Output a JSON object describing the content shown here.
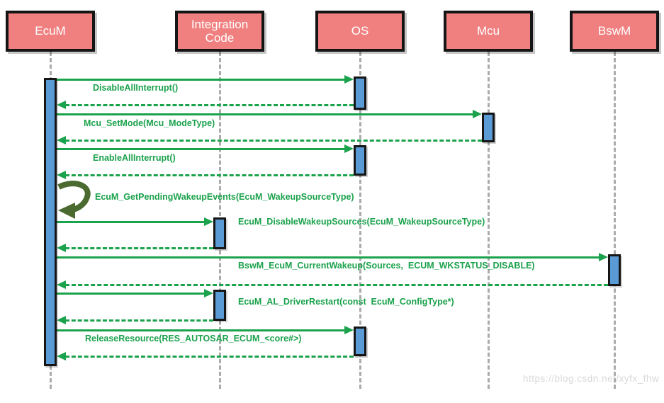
{
  "actors": [
    {
      "id": "ecum",
      "label": "EcuM"
    },
    {
      "id": "integration_code",
      "label": "Integration Code"
    },
    {
      "id": "os",
      "label": "OS"
    },
    {
      "id": "mcu",
      "label": "Mcu"
    },
    {
      "id": "bswm",
      "label": "BswM"
    }
  ],
  "messages": [
    {
      "kind": "call",
      "from": "ecum",
      "to": "os",
      "label": "DisableAllInterrupt()"
    },
    {
      "kind": "return",
      "from": "os",
      "to": "ecum",
      "label": ""
    },
    {
      "kind": "call",
      "from": "ecum",
      "to": "mcu",
      "label": "Mcu_SetMode(Mcu_ModeType)"
    },
    {
      "kind": "return",
      "from": "mcu",
      "to": "ecum",
      "label": ""
    },
    {
      "kind": "call",
      "from": "ecum",
      "to": "os",
      "label": "EnableAllInterrupt()"
    },
    {
      "kind": "return",
      "from": "os",
      "to": "ecum",
      "label": ""
    },
    {
      "kind": "self",
      "from": "ecum",
      "to": "ecum",
      "label": "EcuM_GetPendingWakeupEvents(EcuM_WakeupSourceType)"
    },
    {
      "kind": "call",
      "from": "ecum",
      "to": "integration_code",
      "label": "EcuM_DisableWakeupSources(EcuM_WakeupSourceType)"
    },
    {
      "kind": "return",
      "from": "integration_code",
      "to": "ecum",
      "label": ""
    },
    {
      "kind": "call",
      "from": "ecum",
      "to": "bswm",
      "label": "BswM_EcuM_CurrentWakeup(Sources,  ECUM_WKSTATUS_DISABLE)"
    },
    {
      "kind": "return",
      "from": "bswm",
      "to": "ecum",
      "label": ""
    },
    {
      "kind": "call",
      "from": "ecum",
      "to": "integration_code",
      "label": "EcuM_AL_DriverRestart(const  EcuM_ConfigType*)"
    },
    {
      "kind": "return",
      "from": "integration_code",
      "to": "ecum",
      "label": ""
    },
    {
      "kind": "call",
      "from": "ecum",
      "to": "os",
      "label": "ReleaseResource(RES_AUTOSAR_ECUM_<core#>)"
    },
    {
      "kind": "return",
      "from": "os",
      "to": "ecum",
      "label": ""
    }
  ],
  "watermark": "https://blog.csdn.net/xyfx_fhw",
  "colors": {
    "arrow-green": "#1BA24C",
    "loop-green": "#4A6A2F",
    "bar-blue": "#5B9BD5",
    "actor-pink": "#F08080",
    "stroke-black": "#151515",
    "lifeline-gray": "#ABABAB",
    "watermark-gray": "#D9D9D9",
    "background": "#FFFFFF"
  }
}
